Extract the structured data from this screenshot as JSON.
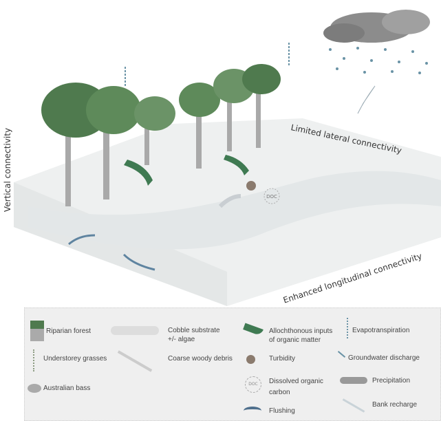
{
  "labels": {
    "vertical": "Vertical connectivity",
    "lateral": "Limited lateral connectivity",
    "longitudinal": "Enhanced longitudinal connectivity",
    "doc": "DOC"
  },
  "legend": {
    "riparian_forest": "Riparian forest",
    "understorey_grasses": "Understorey grasses",
    "australian_bass": "Australian bass",
    "cobble_line1": "Cobble substrate",
    "cobble_line2": "+/- algae",
    "coarse_woody_debris": "Coarse woody debris",
    "allochthonous_line1": "Allochthonous inputs",
    "allochthonous_line2": "of organic matter",
    "turbidity": "Turbidity",
    "doc_line1": "Dissolved organic",
    "doc_line2": "carbon",
    "doc_icon": "DOC",
    "flushing": "Flushing",
    "evapotranspiration": "Evapotranspiration",
    "groundwater_discharge": "Groundwater discharge",
    "precipitation": "Precipitation",
    "bank_recharge": "Bank recharge"
  },
  "colors": {
    "tree": "#4f7a4e",
    "trunk": "#a9a9a9",
    "leaf_input": "#3f7a52",
    "arrow": "#5f84a0",
    "ground": "#e9ecec",
    "cloud": "#8c8c8c",
    "rain": "#6a93a6"
  }
}
